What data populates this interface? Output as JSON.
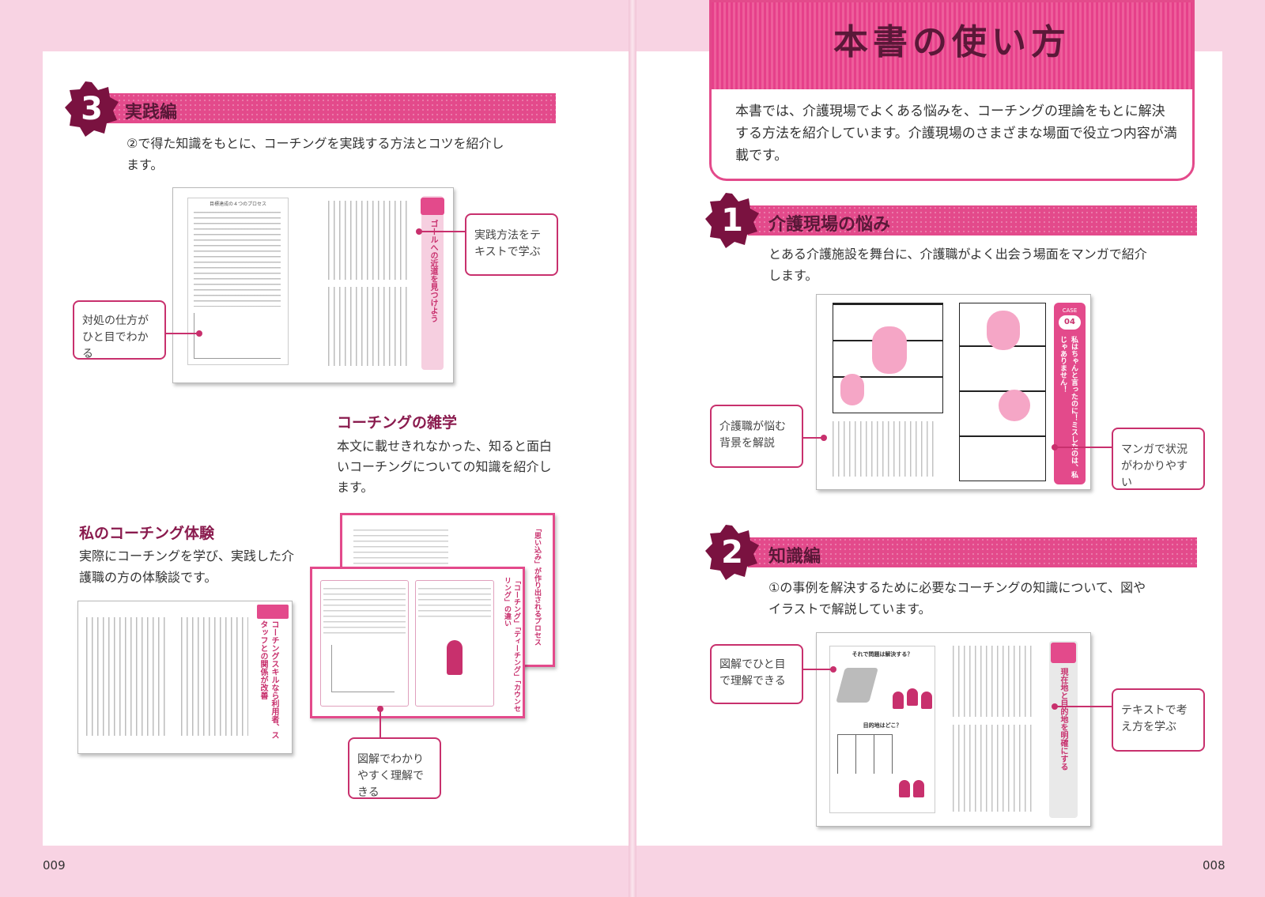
{
  "page_numbers": {
    "left": "009",
    "right": "008"
  },
  "header": {
    "title": "本書の使い方",
    "description": "本書では、介護現場でよくある悩みを、コーチングの理論をもとに解決する方法を紹介しています。介護現場のさまざまな場面で役立つ内容が満載です。"
  },
  "sections": {
    "s1": {
      "number": "1",
      "title": "介護現場の悩み",
      "description": "とある介護施設を舞台に、介護職がよく出会う場面をマンガで紹介します。"
    },
    "s2": {
      "number": "2",
      "title": "知識編",
      "description": "①の事例を解決するために必要なコーチングの知識について、図やイラストで解説しています。"
    },
    "s3": {
      "number": "3",
      "title": "実践編",
      "description": "②で得た知識をもとに、コーチングを実践する方法とコツを紹介します。"
    }
  },
  "trivia": {
    "title": "コーチングの雑学",
    "description": "本文に載せきれなかった、知ると面白いコーチングについての知識を紹介します。"
  },
  "experience": {
    "title": "私のコーチング体験",
    "description": "実際にコーチングを学び、実践した介護職の方の体験談です。"
  },
  "callouts": {
    "c1": "実践方法をテキストで学ぶ",
    "c2": "対処の仕方がひと目でわかる",
    "c3": "図解でわかりやすく理解できる",
    "c4": "介護職が悩む背景を解説",
    "c5": "マンガで状況がわかりやすい",
    "c6": "図解でひと目で理解できる",
    "c7": "テキストで考え方を学ぶ"
  },
  "thumbnails": {
    "practice_heading": "ゴールへの近道を見つけよう",
    "practice_diagram_title": "目標達成の４つのプロセス",
    "case_label": "CASE",
    "case_number": "04",
    "manga_heading": "私はちゃんと言ったのに！ミスしたのは、私じゃありません！",
    "knowledge_heading": "現在地と目的地を明確にする",
    "knowledge_q1": "それで問題は解決する？",
    "knowledge_q2": "目的地はどこ？",
    "trivia_heading1": "「コーチング」「ティーチング」「カウンセリング」の違い",
    "trivia_heading2": "「思い込み」が作り出されるプロセス",
    "experience_heading": "コーチングスキルなら利用者、スタッフとの関係が改善"
  },
  "colors": {
    "accent": "#e34a8b",
    "badge": "#7a1240",
    "title_text": "#5a1838",
    "callout_border": "#c8306d"
  }
}
